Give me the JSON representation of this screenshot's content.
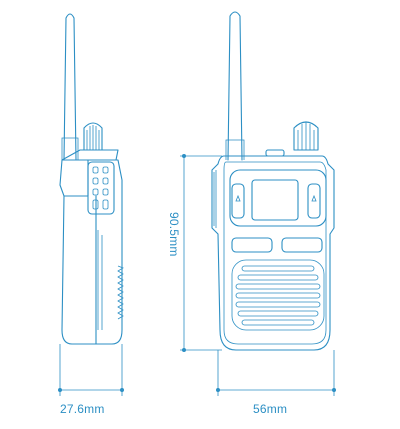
{
  "colors": {
    "line": "#2c8fc4",
    "background": "#ffffff"
  },
  "dimensions": {
    "depth": "27.6mm",
    "width": "56mm",
    "height": "90.5mm"
  }
}
